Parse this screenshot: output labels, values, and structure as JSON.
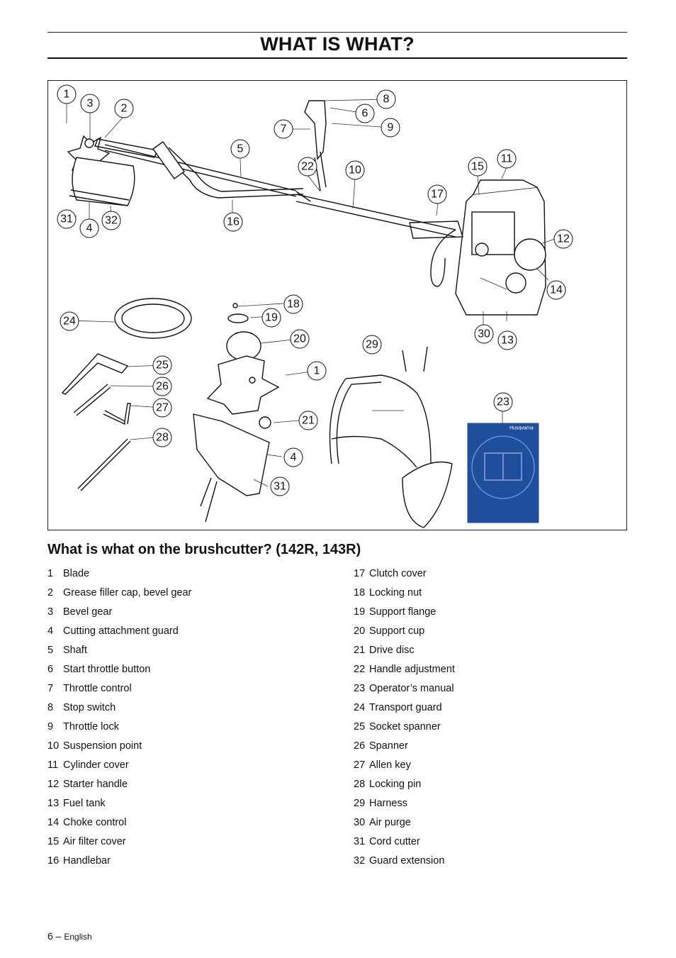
{
  "header": {
    "title": "WHAT IS WHAT?"
  },
  "section": {
    "heading": "What is what on the brushcutter? (142R, 143R)"
  },
  "parts_left": [
    {
      "num": "1",
      "label": "Blade"
    },
    {
      "num": "2",
      "label": "Grease filler cap, bevel gear"
    },
    {
      "num": "3",
      "label": "Bevel gear"
    },
    {
      "num": "4",
      "label": "Cutting attachment guard"
    },
    {
      "num": "5",
      "label": "Shaft"
    },
    {
      "num": "6",
      "label": "Start throttle button"
    },
    {
      "num": "7",
      "label": "Throttle control"
    },
    {
      "num": "8",
      "label": "Stop switch"
    },
    {
      "num": "9",
      "label": "Throttle lock"
    },
    {
      "num": "10",
      "label": "Suspension point"
    },
    {
      "num": "11",
      "label": "Cylinder cover"
    },
    {
      "num": "12",
      "label": "Starter handle"
    },
    {
      "num": "13",
      "label": "Fuel tank"
    },
    {
      "num": "14",
      "label": "Choke control"
    },
    {
      "num": "15",
      "label": "Air filter cover"
    },
    {
      "num": "16",
      "label": "Handlebar"
    }
  ],
  "parts_right": [
    {
      "num": "17",
      "label": "Clutch cover"
    },
    {
      "num": "18",
      "label": "Locking nut"
    },
    {
      "num": "19",
      "label": "Support flange"
    },
    {
      "num": "20",
      "label": "Support cup"
    },
    {
      "num": "21",
      "label": "Drive disc"
    },
    {
      "num": "22",
      "label": "Handle adjustment"
    },
    {
      "num": "23",
      "label": "Operator’s manual"
    },
    {
      "num": "24",
      "label": "Transport guard"
    },
    {
      "num": "25",
      "label": "Socket spanner"
    },
    {
      "num": "26",
      "label": "Spanner"
    },
    {
      "num": "27",
      "label": "Allen key"
    },
    {
      "num": "28",
      "label": "Locking pin"
    },
    {
      "num": "29",
      "label": "Harness"
    },
    {
      "num": "30",
      "label": "Air purge"
    },
    {
      "num": "31",
      "label": "Cord cutter"
    },
    {
      "num": "32",
      "label": "Guard extension"
    }
  ],
  "figure": {
    "callouts": [
      "1",
      "3",
      "2",
      "8",
      "6",
      "7",
      "9",
      "5",
      "22",
      "10",
      "15",
      "11",
      "17",
      "31",
      "4",
      "32",
      "16",
      "12",
      "14",
      "18",
      "24",
      "19",
      "20",
      "1",
      "29",
      "30",
      "13",
      "25",
      "26",
      "23",
      "27",
      "21",
      "28",
      "4",
      "31"
    ],
    "manual_brand": "Husqvarna",
    "manual_color": "#1f4e9c"
  },
  "footer": {
    "page": "6 –",
    "language": "English"
  }
}
